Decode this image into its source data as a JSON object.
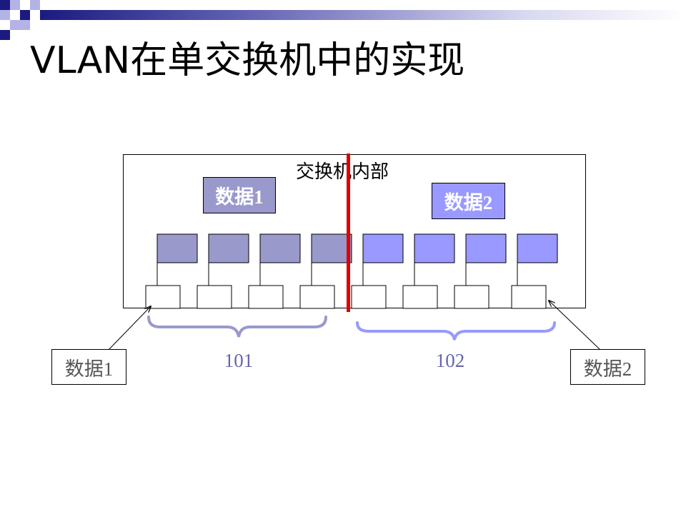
{
  "title": "VLAN在单交换机中的实现",
  "switch": {
    "label": "交换机内部"
  },
  "inner_tags": [
    {
      "label": "数据1",
      "color": "#9999cc"
    },
    {
      "label": "数据2",
      "color": "#9999ff"
    }
  ],
  "outer_tags": [
    {
      "label": "数据1"
    },
    {
      "label": "数据2"
    }
  ],
  "vlans": [
    {
      "label": "101",
      "color": "#9999cc"
    },
    {
      "label": "102",
      "color": "#9999ff"
    }
  ],
  "colors": {
    "vlan101_module": "#9999cc",
    "vlan102_module": "#9999ff",
    "divider": "#e00000",
    "deco_navy": "#1a1a80",
    "deco_lavender": "#b3b3e6"
  }
}
